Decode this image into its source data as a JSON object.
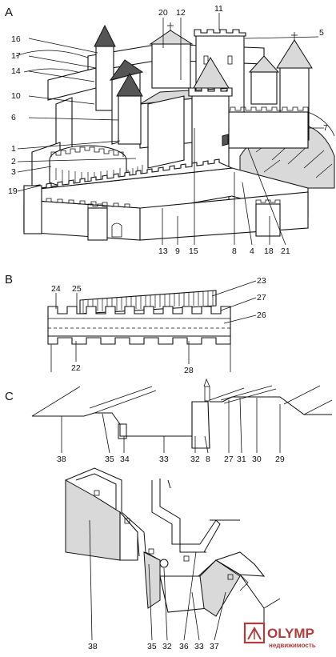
{
  "sections": [
    "A",
    "B",
    "C"
  ],
  "labels_a": [
    "20",
    "12",
    "11",
    "5",
    "16",
    "17",
    "14",
    "10",
    "6",
    "1",
    "2",
    "3",
    "19",
    "7",
    "13",
    "9",
    "15",
    "8",
    "4",
    "18",
    "21"
  ],
  "labels_b": [
    "24",
    "25",
    "23",
    "27",
    "26",
    "22",
    "28"
  ],
  "labels_c": [
    "38",
    "35",
    "34",
    "33",
    "32",
    "8",
    "27",
    "31",
    "30",
    "29"
  ],
  "labels_plan": [
    "38",
    "35",
    "32",
    "36",
    "33",
    "37"
  ],
  "watermark": {
    "brand": "OLYMP",
    "subtitle": "недвижимость",
    "color": "#b23b3b"
  }
}
